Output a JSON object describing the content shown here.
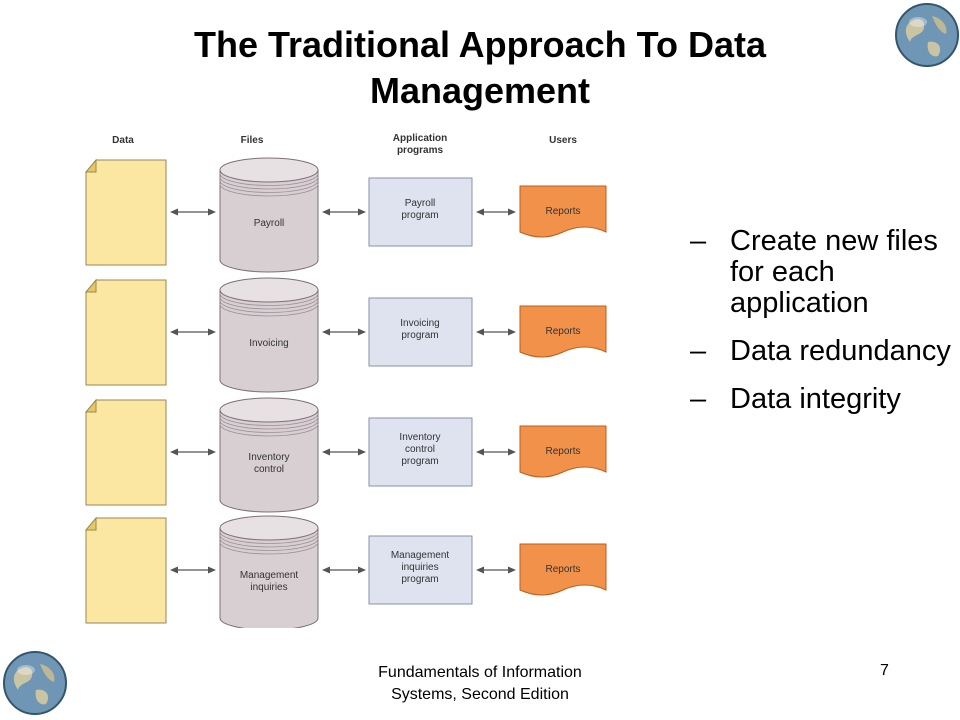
{
  "slide": {
    "title": "The Traditional Approach To Data Management"
  },
  "diagram": {
    "column_headers": [
      "Data",
      "Files",
      "Application programs",
      "Users"
    ],
    "rows": [
      {
        "file": [
          "Payroll"
        ],
        "program": [
          "Payroll",
          "program"
        ],
        "user": "Reports"
      },
      {
        "file": [
          "Invoicing"
        ],
        "program": [
          "Invoicing",
          "program"
        ],
        "user": "Reports"
      },
      {
        "file": [
          "Inventory",
          "control"
        ],
        "program": [
          "Inventory",
          "control",
          "program"
        ],
        "user": "Reports"
      },
      {
        "file": [
          "Management",
          "inquiries"
        ],
        "program": [
          "Management",
          "inquiries",
          "program"
        ],
        "user": "Reports"
      }
    ]
  },
  "bullets": [
    {
      "dash": "–",
      "text": "Create new files for each application"
    },
    {
      "dash": "–",
      "text": "Data redundancy"
    },
    {
      "dash": "–",
      "text": "Data integrity"
    }
  ],
  "footer": {
    "text_line1": "Fundamentals of Information",
    "text_line2": "Systems, Second Edition",
    "page_number": "7"
  },
  "colors": {
    "document_fill": "#fbe7a1",
    "cylinder_fill": "#d8cfd3",
    "program_fill": "#dfe3ef",
    "report_fill": "#f2924a"
  },
  "icons": [
    "globe-icon"
  ]
}
